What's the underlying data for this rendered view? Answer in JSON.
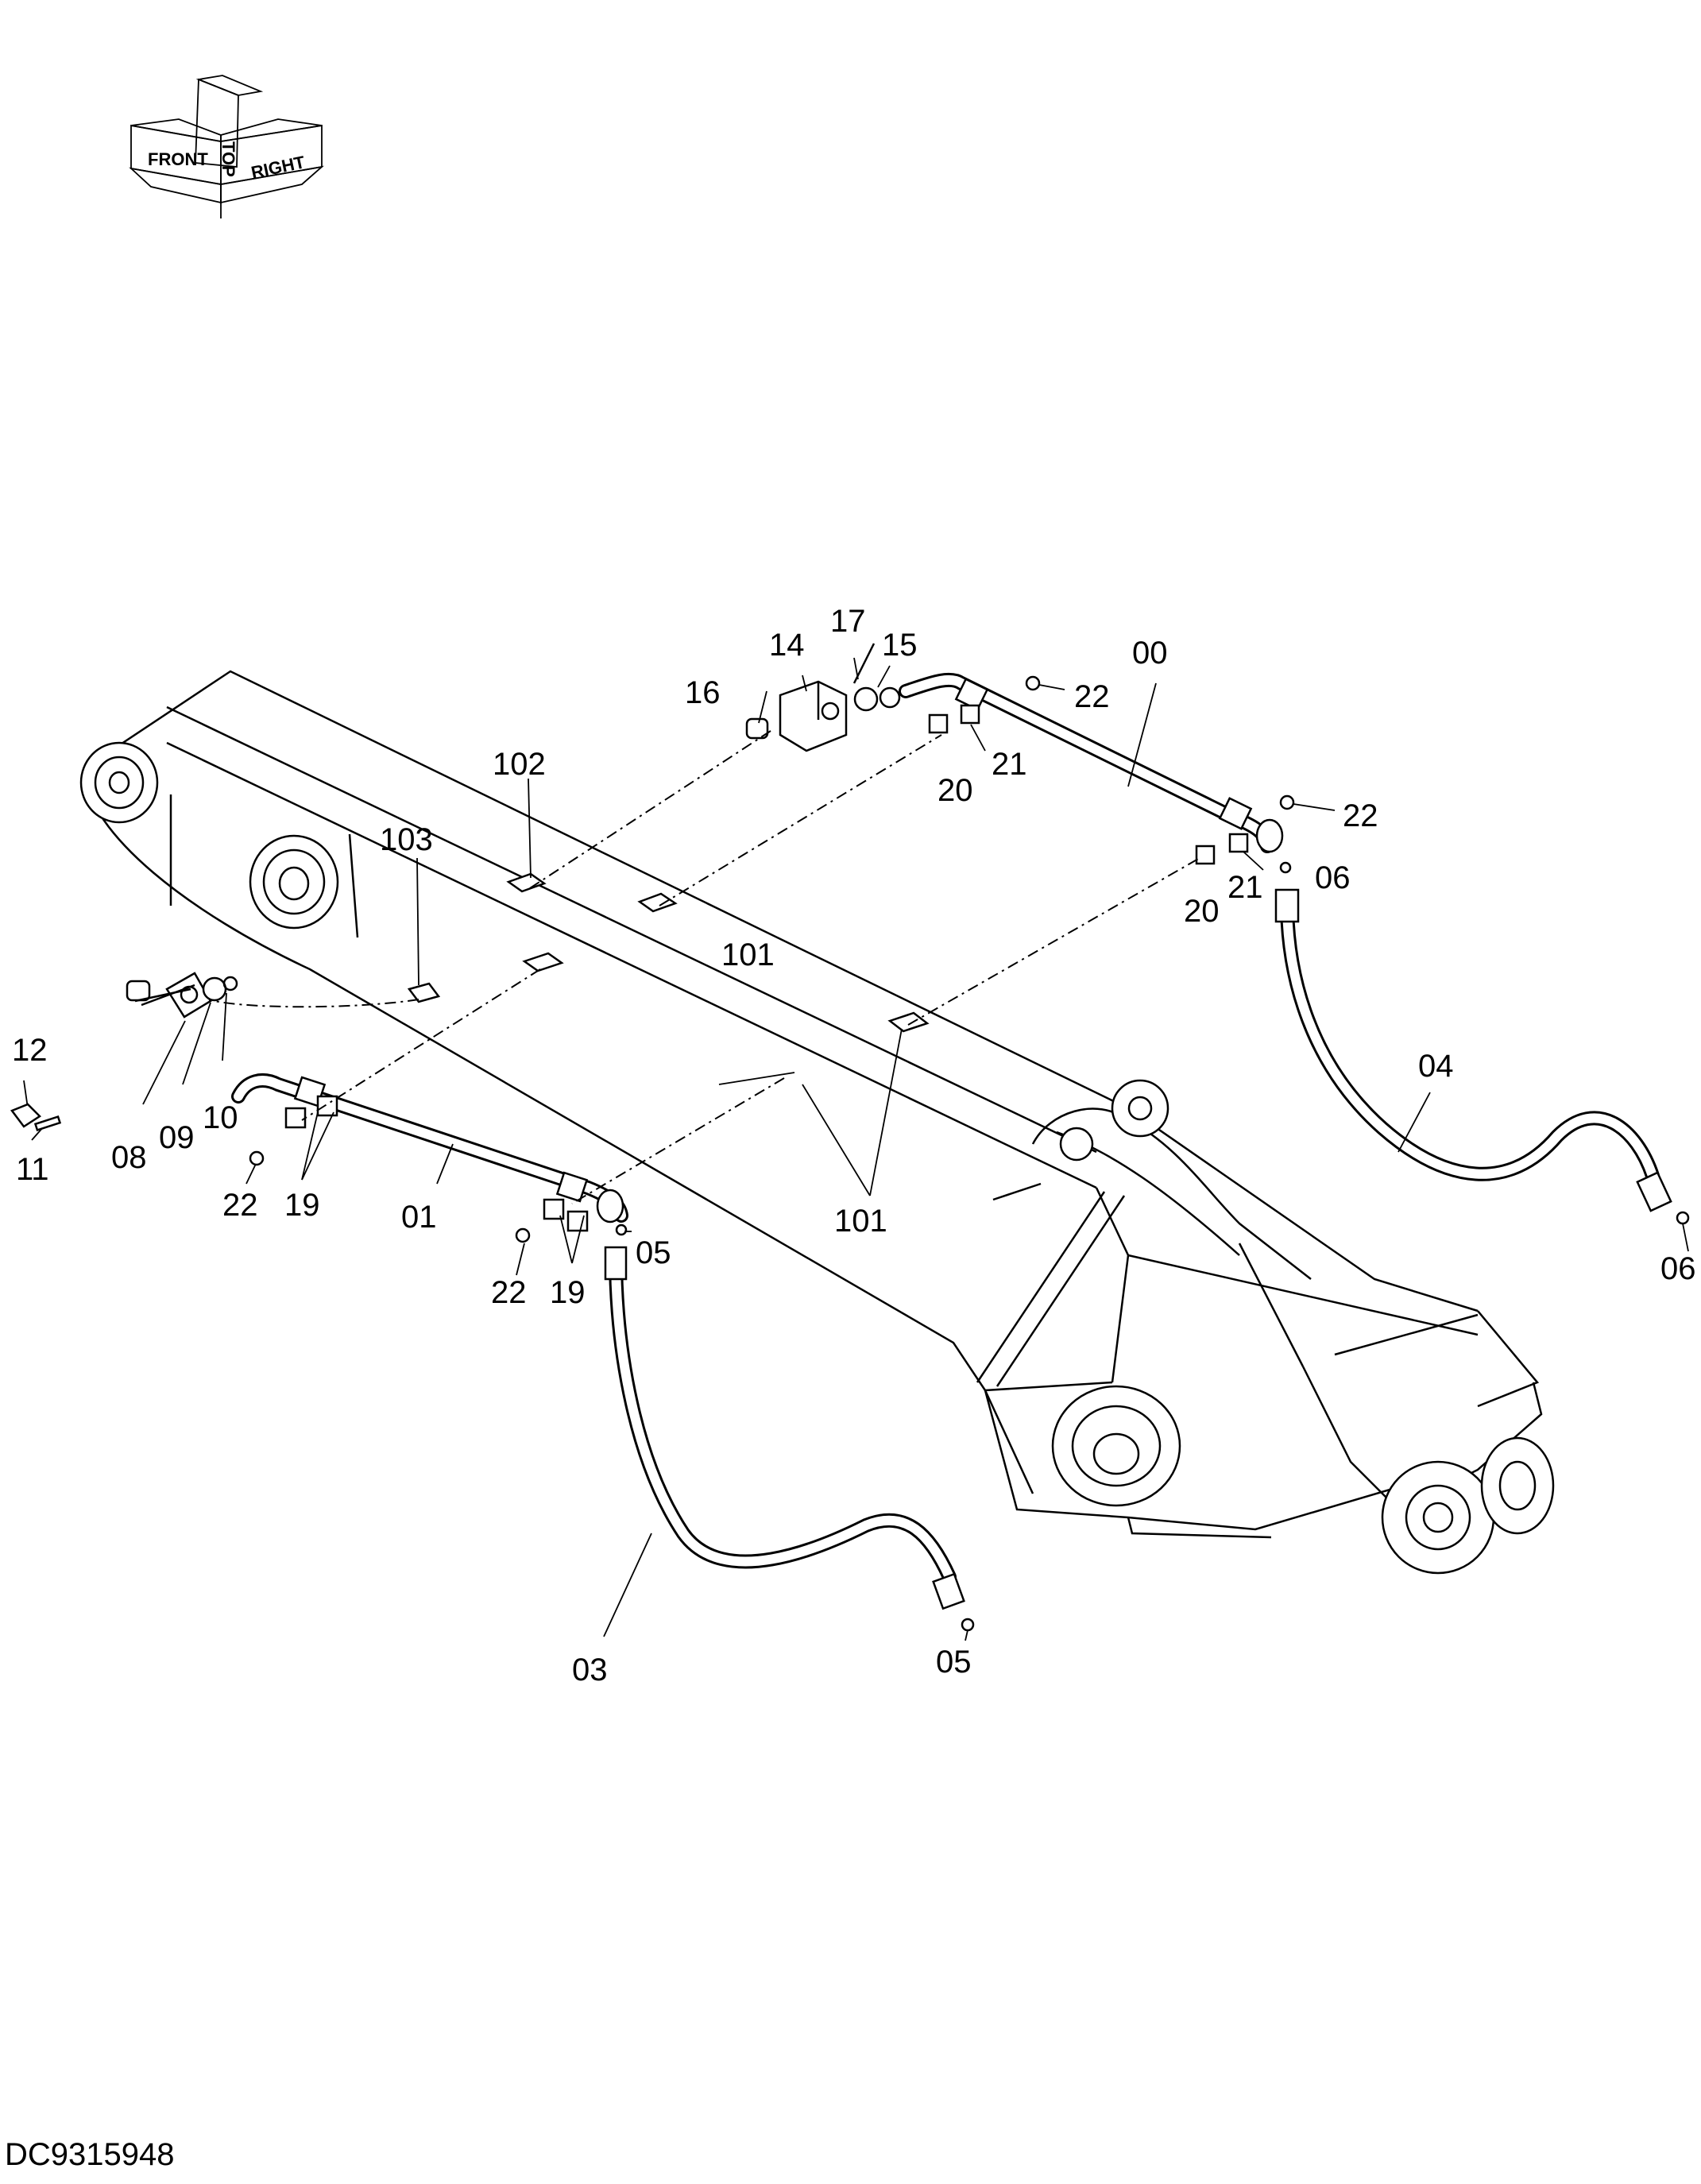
{
  "orientation": {
    "labels": [
      "FRONT",
      "TOP",
      "RIGHT"
    ]
  },
  "callouts": [
    "00",
    "01",
    "03",
    "04",
    "05",
    "05",
    "06",
    "06",
    "08",
    "09",
    "10",
    "11",
    "12",
    "14",
    "15",
    "16",
    "17",
    "19",
    "19",
    "20",
    "20",
    "21",
    "21",
    "22",
    "22",
    "22",
    "22",
    "101",
    "101",
    "102",
    "103"
  ],
  "document_id": "DC9315948",
  "colors": {
    "line": "#000000",
    "background": "#ffffff"
  }
}
